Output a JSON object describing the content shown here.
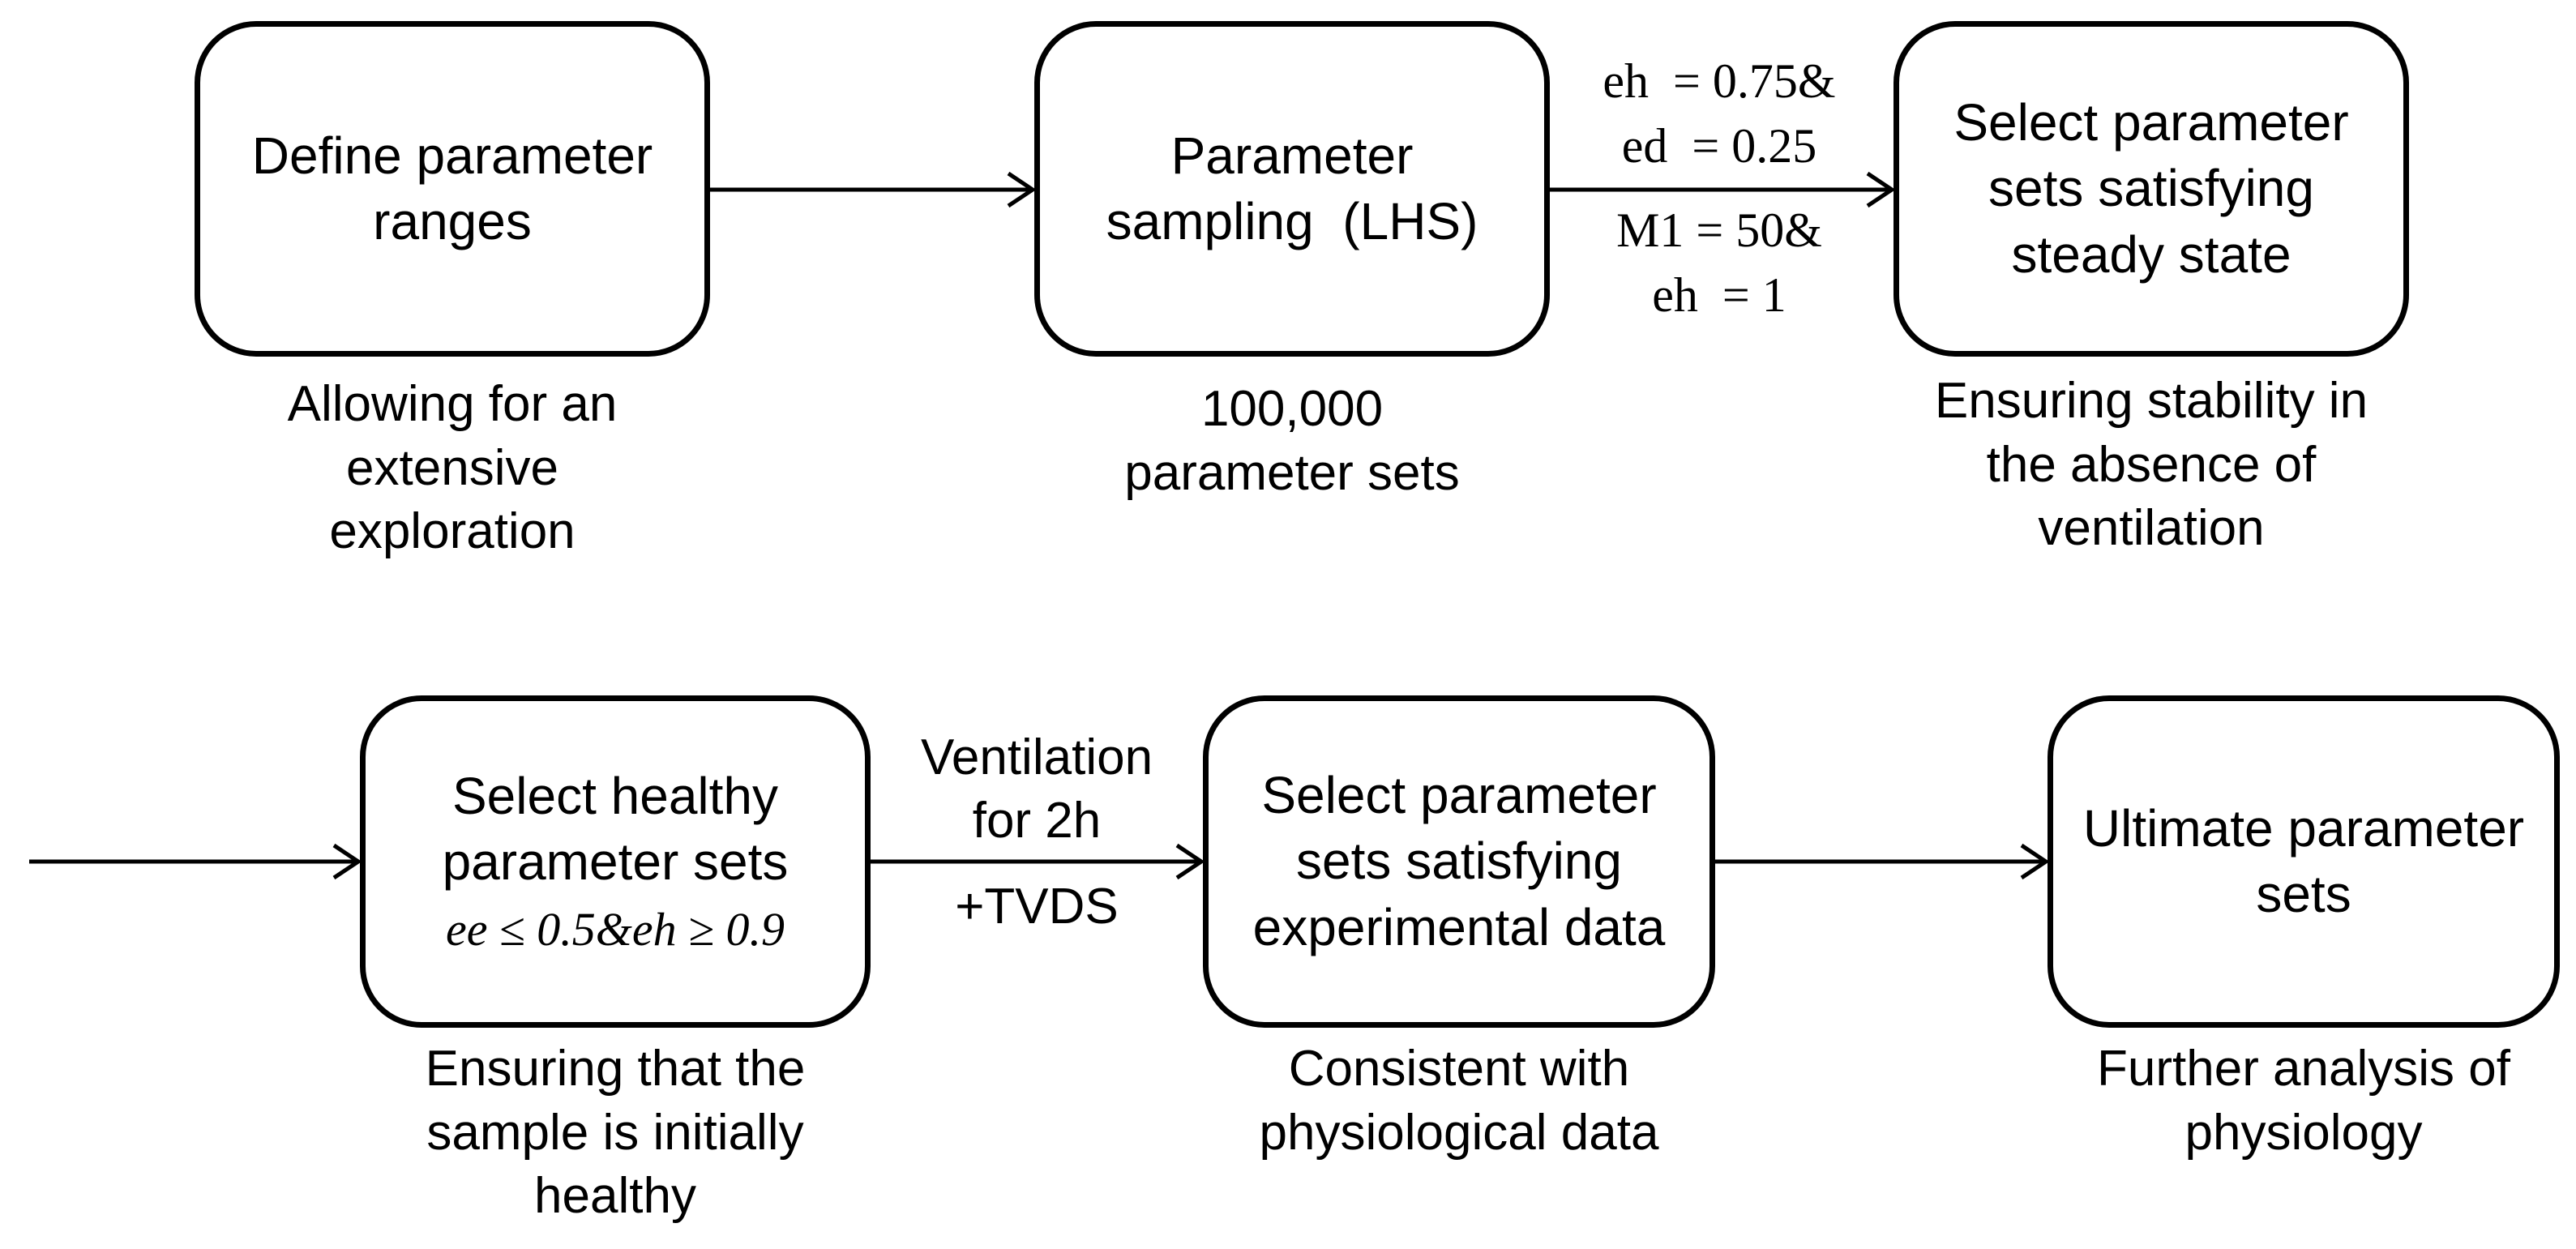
{
  "nodes": {
    "define_ranges": {
      "lines": [
        "Define parameter",
        "ranges"
      ],
      "caption": [
        "Allowing for an",
        "extensive",
        "exploration"
      ]
    },
    "sampling": {
      "lines": [
        "Parameter",
        "sampling  (LHS)"
      ],
      "caption": [
        "100,000",
        "parameter sets"
      ]
    },
    "steady_state": {
      "lines": [
        "Select parameter",
        "sets satisfying",
        "steady state"
      ],
      "caption": [
        "Ensuring stability in",
        "the absence of",
        "ventilation"
      ]
    },
    "healthy": {
      "lines": [
        "Select healthy",
        "parameter sets"
      ],
      "math": "ee ≤ 0.5&eh ≥ 0.9",
      "caption": [
        "Ensuring that the",
        "sample is initially",
        "healthy"
      ]
    },
    "experimental": {
      "lines": [
        "Select parameter",
        "sets satisfying",
        "experimental data"
      ],
      "caption": [
        "Consistent with",
        "physiological data"
      ]
    },
    "ultimate": {
      "lines": [
        "Ultimate parameter",
        "sets"
      ],
      "caption": [
        "Further analysis of",
        "physiology"
      ]
    }
  },
  "edges": {
    "sampling_to_steady": {
      "above": [
        "eh  = 0.75&",
        "ed  = 0.25"
      ],
      "below": [
        "M1 = 50&",
        "eh  = 1"
      ]
    },
    "healthy_to_experimental": {
      "above": [
        "Ventilation",
        "for 2h"
      ],
      "below": [
        "+TVDS"
      ]
    }
  }
}
